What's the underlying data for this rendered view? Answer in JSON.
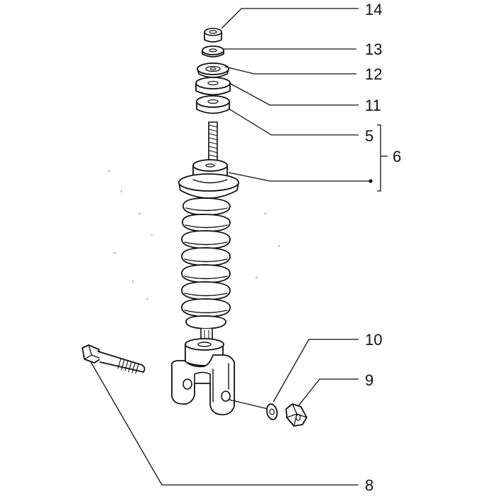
{
  "diagram": {
    "callouts": [
      {
        "id": "c14",
        "label": "14",
        "part": "top-nut"
      },
      {
        "id": "c13",
        "label": "13",
        "part": "washer"
      },
      {
        "id": "c12",
        "label": "12",
        "part": "cup-washer"
      },
      {
        "id": "c11",
        "label": "11",
        "part": "rubber-bush"
      },
      {
        "id": "c5",
        "label": "5",
        "part": "rubber-bush-lower"
      },
      {
        "id": "c6",
        "label": "6",
        "part": "shock-absorber-assembly"
      },
      {
        "id": "c10",
        "label": "10",
        "part": "washer-bottom"
      },
      {
        "id": "c9",
        "label": "9",
        "part": "nut-bottom"
      },
      {
        "id": "c8",
        "label": "8",
        "part": "bolt"
      }
    ]
  }
}
